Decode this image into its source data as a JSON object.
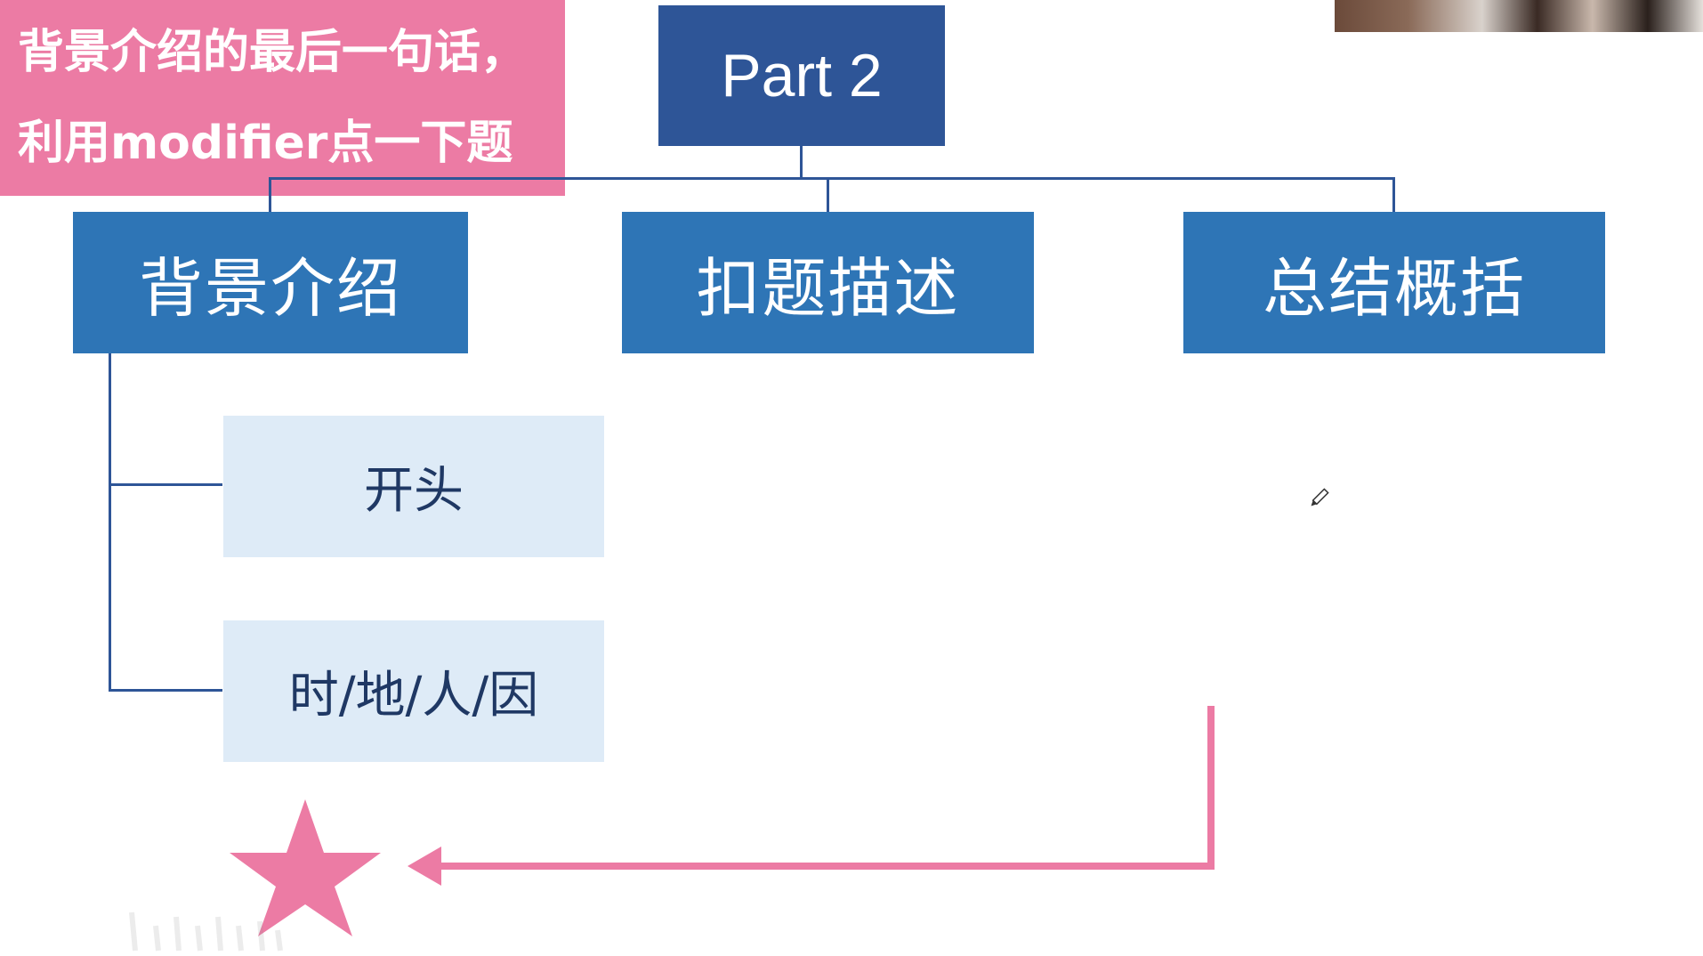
{
  "root": {
    "label": "Part 2"
  },
  "level1": [
    {
      "label": "背景介绍"
    },
    {
      "label": "扣题描述"
    },
    {
      "label": "总结概括"
    }
  ],
  "children": [
    {
      "label": "开头"
    },
    {
      "label": "时/地/人/因"
    }
  ],
  "note": {
    "line1": "背景介绍的最后一句话，",
    "line2": "利用modifier点一下题"
  },
  "colors": {
    "root": "#2e5597",
    "level1": "#2e75b6",
    "children": "#deebf7",
    "note": "#ec7ba4",
    "star": "#ec7ba4"
  }
}
